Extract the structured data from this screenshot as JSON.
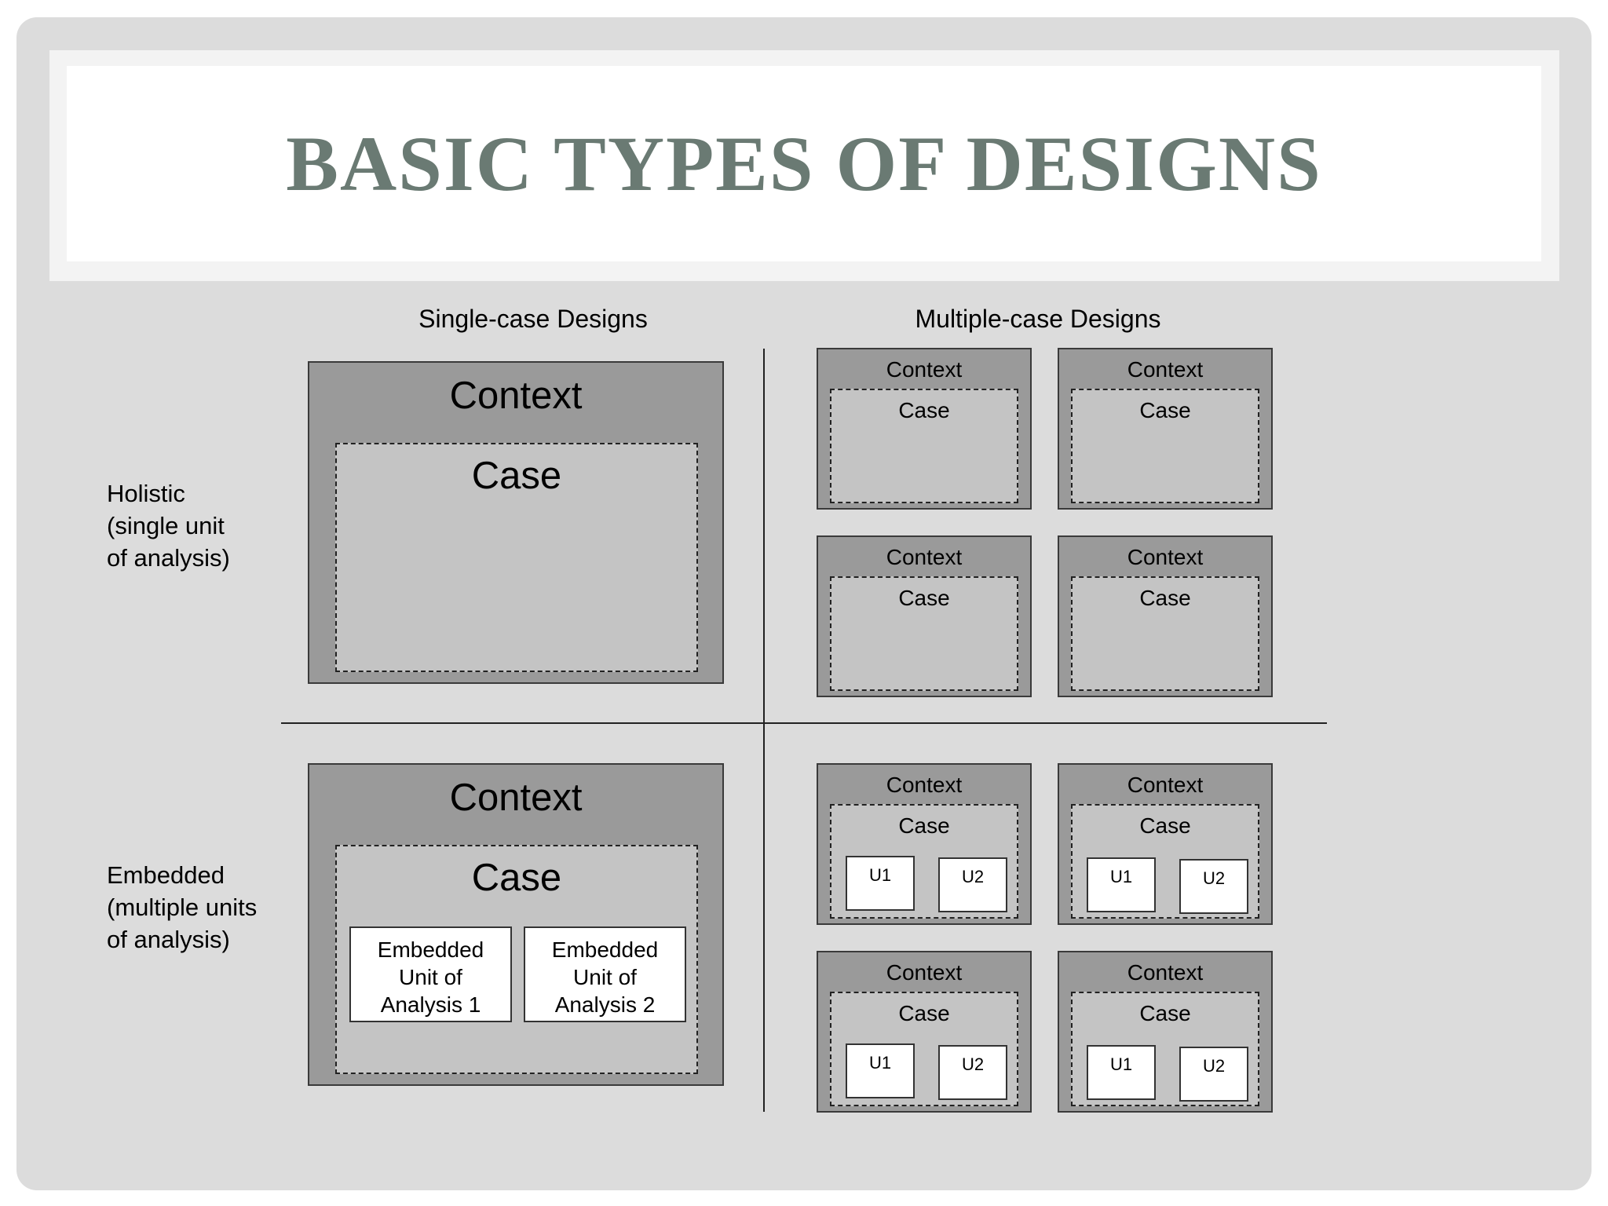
{
  "title": "BASIC TYPES OF DESIGNS",
  "columns": {
    "single": "Single-case Designs",
    "multiple": "Multiple-case Designs"
  },
  "rows": {
    "holistic": [
      "Holistic",
      "(single unit",
      "of analysis)"
    ],
    "embedded": [
      "Embedded",
      "(multiple units",
      "of analysis)"
    ]
  },
  "labels": {
    "context": "Context",
    "case": "Case",
    "unit_1": "U1",
    "unit_2": "U2",
    "embedded_unit_1": [
      "Embedded",
      "Unit of",
      "Analysis 1"
    ],
    "embedded_unit_2": [
      "Embedded",
      "Unit of",
      "Analysis 2"
    ]
  },
  "colors": {
    "title": "#6a7a73",
    "context_fill": "#9a9a9a",
    "case_fill": "#c4c4c4",
    "slide_background": "#dcdcdc"
  }
}
